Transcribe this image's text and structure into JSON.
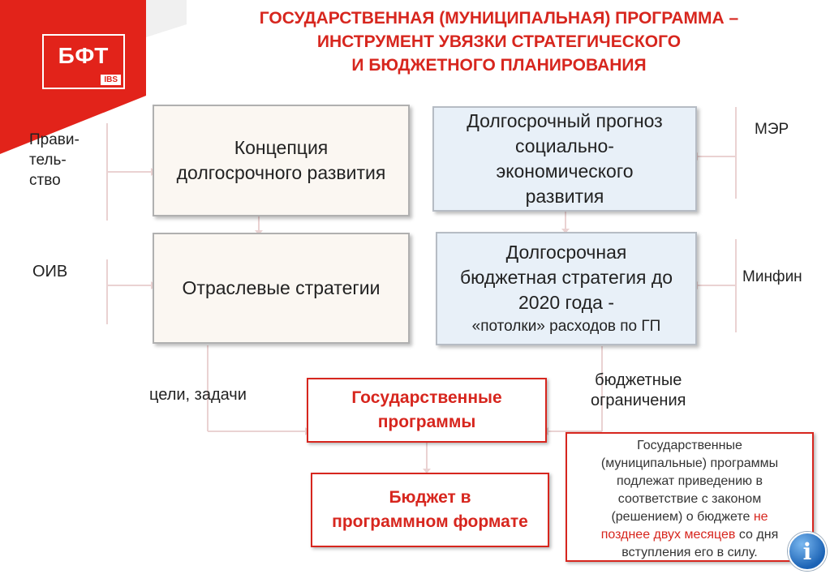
{
  "logo": {
    "text": "БФТ",
    "sub": "IBS"
  },
  "title": {
    "line1": "ГОСУДАРСТВЕННАЯ (МУНИЦИПАЛЬНАЯ) ПРОГРАММА –",
    "line2": "ИНСТРУМЕНТ УВЯЗКИ СТРАТЕГИЧЕСКОГО",
    "line3": "И БЮДЖЕТНОГО ПЛАНИРОВАНИЯ"
  },
  "boxes": {
    "concept": {
      "line1": "Концепция",
      "line2": "долгосрочного развития"
    },
    "forecast": {
      "line1": "Долгосрочный прогноз",
      "line2": "социально-",
      "line3": "экономического",
      "line4": "развития"
    },
    "sector": {
      "line1": "Отраслевые стратегии"
    },
    "budget_strategy": {
      "line1": "Долгосрочная",
      "line2": "бюджетная стратегия до",
      "line3": "2020 года -",
      "line4": "«потолки» расходов по ГП"
    },
    "programs": {
      "line1": "Государственные",
      "line2": "программы"
    },
    "budget": {
      "line1": "Бюджет в",
      "line2": "программном формате"
    }
  },
  "labels": {
    "government": {
      "line1": "Прави-",
      "line2": "тель-",
      "line3": "ство"
    },
    "oiv": "ОИВ",
    "mer": "МЭР",
    "minfin": "Минфин",
    "goals": "цели, задачи",
    "limits": {
      "line1": "бюджетные",
      "line2": "ограничения"
    }
  },
  "note": {
    "line1": "Государственные",
    "line2": "(муниципальные) программы",
    "line3": "подлежат приведению в",
    "line4": "соответствие с законом",
    "line5a": "(решением) о бюджете ",
    "line5b": "не",
    "line6a": "позднее двух месяцев",
    "line6b": " со дня",
    "line7": "вступления его в силу."
  },
  "info_icon": "i",
  "colors": {
    "brand_red": "#e2231a",
    "title_red": "#d7261e",
    "arrow_gray": "#e4c9c9"
  }
}
